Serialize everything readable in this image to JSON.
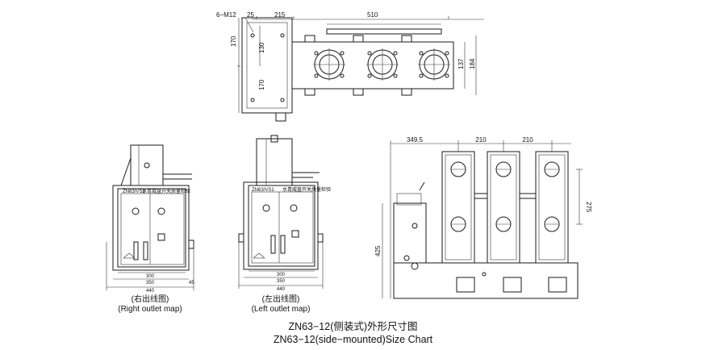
{
  "top_view": {
    "bolt_label": "6−M12",
    "dims": [
      "25",
      "215",
      "510",
      "170",
      "130",
      "170",
      "137",
      "184"
    ]
  },
  "right_view": {
    "nameplate": "ZN63/VS1",
    "panel_label": "水青威盘开关质量检验",
    "dims": [
      "300",
      "350",
      "440",
      "45"
    ],
    "caption_cn": "(右出线图)",
    "caption_en": "(Right outlet map)"
  },
  "left_view": {
    "nameplate": "ZN63/VS1",
    "panel_label": "水青威盘开关质量检验",
    "dims": [
      "300",
      "350",
      "440"
    ],
    "caption_cn": "(左出线图)",
    "caption_en": "(Left outlet map)"
  },
  "side_view": {
    "dims": [
      "349.5",
      "210",
      "210",
      "275",
      "425"
    ]
  },
  "title": {
    "line1": "ZN63−12(侧装式)外形尺寸图",
    "line2": "ZN63−12(side−mounted)Size Chart"
  }
}
